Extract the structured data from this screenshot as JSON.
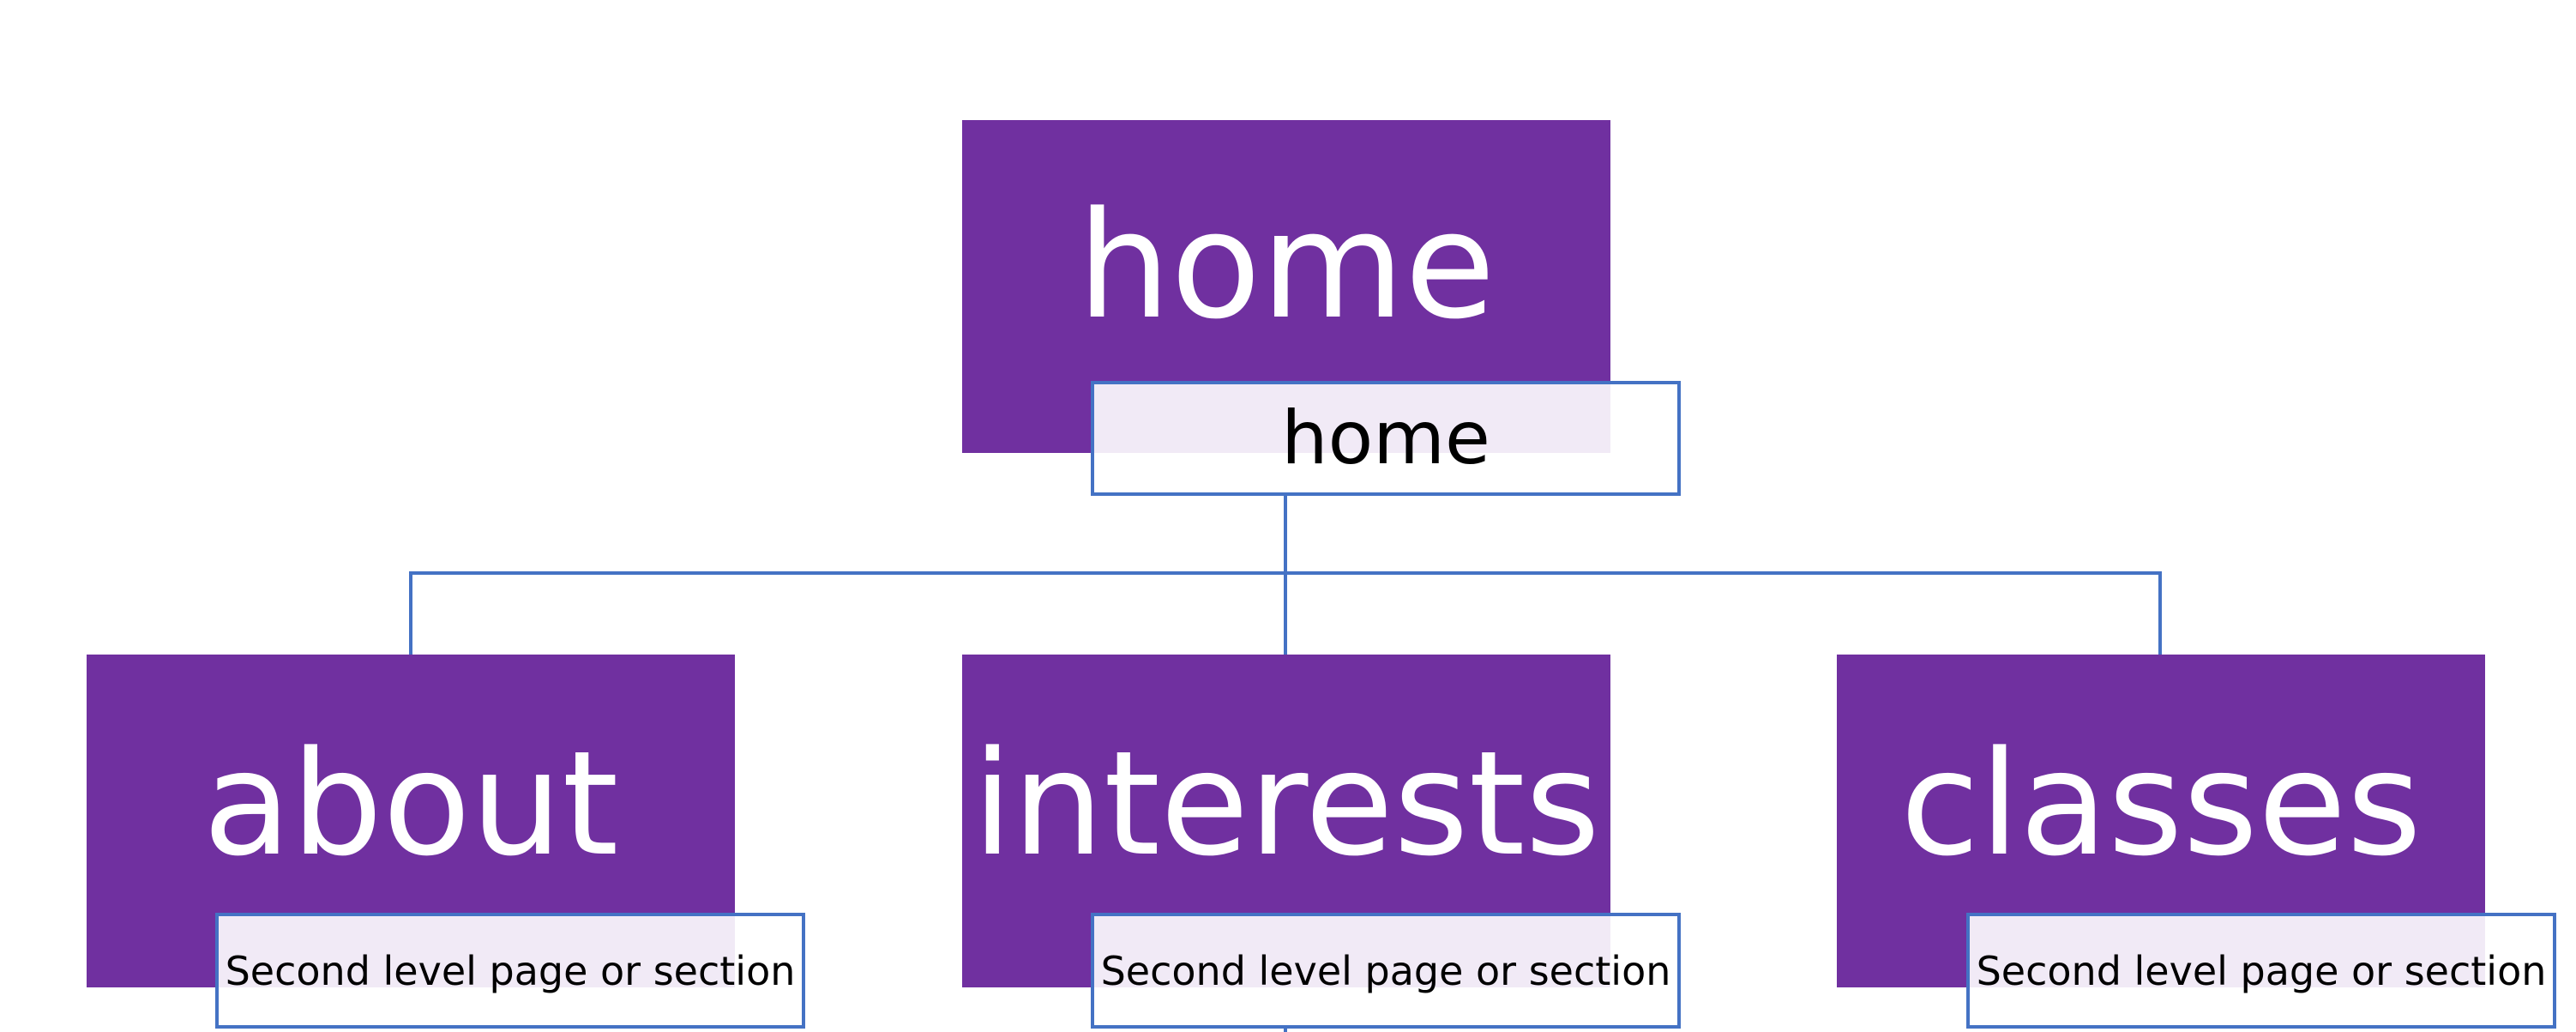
{
  "diagram": {
    "type": "hierarchy",
    "root": {
      "title": "home",
      "caption": "home"
    },
    "children": [
      {
        "title": "about",
        "caption": "Second level page or section"
      },
      {
        "title": "interests",
        "caption": "Second level page or section"
      },
      {
        "title": "classes",
        "caption": "Second level page or section"
      }
    ]
  },
  "colors": {
    "node_fill": "#7030a0",
    "node_text": "#ffffff",
    "connector": "#4472c4",
    "caption_border": "#4472c4",
    "caption_text": "#000000"
  }
}
